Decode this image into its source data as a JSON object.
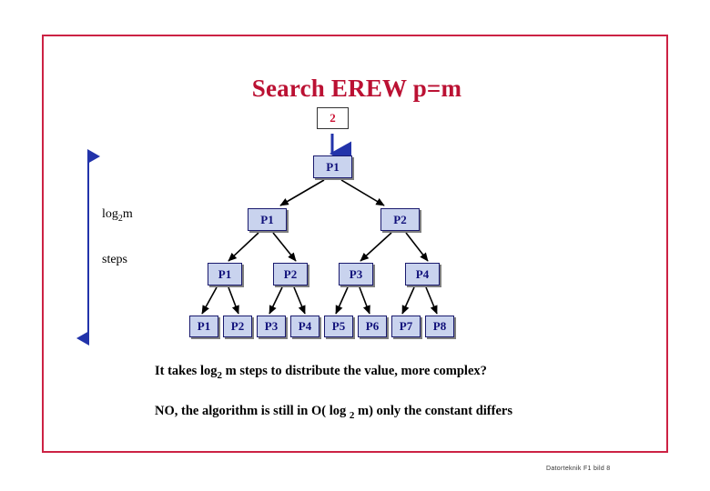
{
  "slide": {
    "title": "Search EREW p=m",
    "value_box": "2",
    "left_labels": {
      "log_prefix": "log",
      "log_sub": "2",
      "log_suffix": "m",
      "steps": "steps"
    },
    "tree": {
      "root": "P1",
      "level2": [
        "P1",
        "P2"
      ],
      "level3": [
        "P1",
        "P2",
        "P3",
        "P4"
      ],
      "level4": [
        "P1",
        "P2",
        "P3",
        "P4",
        "P5",
        "P6",
        "P7",
        "P8"
      ]
    },
    "text_lines": [
      {
        "pre": "It takes log",
        "sub": "2",
        "post": " m steps to distribute the value, more complex?"
      },
      {
        "pre": "NO, the algorithm is still in O( log ",
        "sub": "2",
        "post": " m) only the constant differs"
      }
    ],
    "footer": "Datorteknik F1 bild 8",
    "colors": {
      "border": "#cc2244",
      "title": "#bb1133",
      "node_fill": "#c9d3ee",
      "node_text": "#10107a",
      "arrow": "#000000",
      "axis_arrow": "#2233aa"
    }
  }
}
